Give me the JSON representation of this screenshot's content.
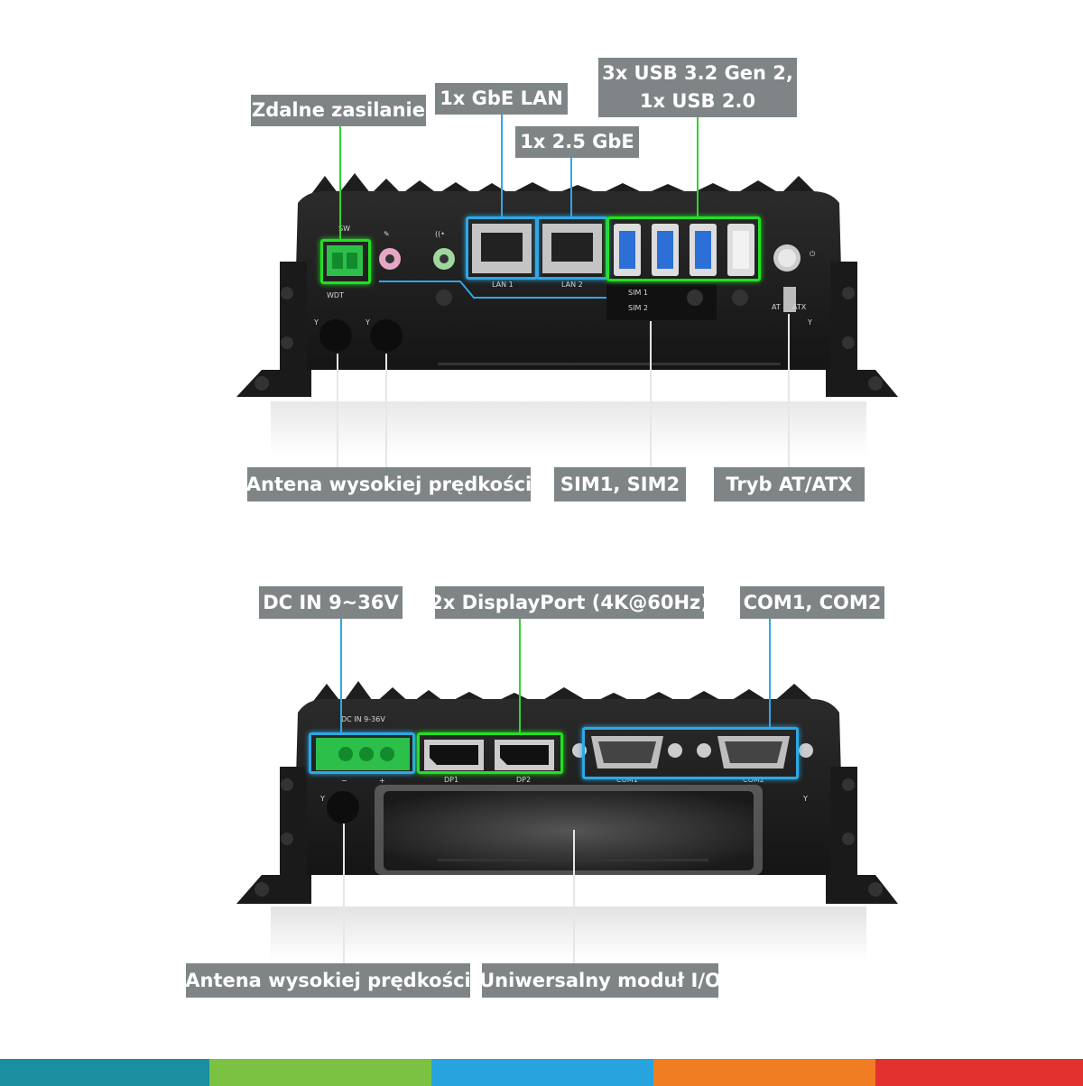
{
  "top_panel": {
    "labels": {
      "remote_power": "Zdalne zasilanie",
      "gbe_lan": "1x GbE LAN",
      "lan_25": "1x 2.5 GbE",
      "usb_line1": "3x USB 3.2 Gen 2,",
      "usb_line2": "1x USB 2.0",
      "antenna": "Antena wysokiej prędkości",
      "sim": "SIM1, SIM2",
      "at_atx": "Tryb AT/ATX"
    },
    "silkscreen": {
      "sw": "SW",
      "wdt": "WDT",
      "lan1": "LAN 1",
      "lan2": "LAN 2",
      "sim1": "SIM 1",
      "sim2": "SIM 2",
      "at": "AT",
      "atx": "ATX"
    }
  },
  "bottom_panel": {
    "labels": {
      "dc_in": "DC IN 9~36V",
      "displayport": "2x DisplayPort (4K@60Hz)",
      "com": "COM1, COM2",
      "antenna": "Antena wysokiej prędkości",
      "io_module": "Uniwersalny moduł I/O"
    },
    "silkscreen": {
      "dc_in": "DC IN 9-36V",
      "minus": "−",
      "plus": "+",
      "dp1": "DP1",
      "dp2": "DP2",
      "com1": "COM1",
      "com2": "COM2"
    }
  },
  "colors": {
    "label_bg": "#7f8587",
    "green_highlight": "#22e022",
    "blue_highlight": "#2ea8e6",
    "chassis": "#1c1c1c",
    "stripe_1": "#1a8fa0",
    "stripe_2": "#7cc242",
    "stripe_3": "#27a3dd",
    "stripe_4": "#f07d22",
    "stripe_5": "#e2312f"
  }
}
